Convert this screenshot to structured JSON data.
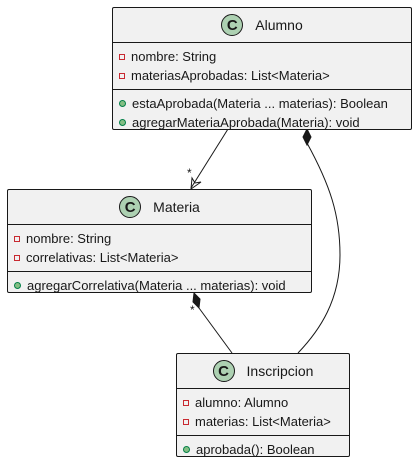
{
  "classes": {
    "alumno": {
      "stereotype": "C",
      "name": "Alumno",
      "attributes": [
        {
          "visibility": "private",
          "text": "nombre: String"
        },
        {
          "visibility": "private",
          "text": "materiasAprobadas: List<Materia>"
        }
      ],
      "methods": [
        {
          "visibility": "public",
          "text": "estaAprobada(Materia ... materias): Boolean"
        },
        {
          "visibility": "public",
          "text": "agregarMateriaAprobada(Materia): void"
        }
      ]
    },
    "materia": {
      "stereotype": "C",
      "name": "Materia",
      "attributes": [
        {
          "visibility": "private",
          "text": "nombre: String"
        },
        {
          "visibility": "private",
          "text": "correlativas: List<Materia>"
        }
      ],
      "methods": [
        {
          "visibility": "public",
          "text": "agregarCorrelativa(Materia ... materias): void"
        }
      ]
    },
    "inscripcion": {
      "stereotype": "C",
      "name": "Inscripcion",
      "attributes": [
        {
          "visibility": "private",
          "text": "alumno: Alumno"
        },
        {
          "visibility": "private",
          "text": "materias: List<Materia>"
        }
      ],
      "methods": [
        {
          "visibility": "public",
          "text": "aprobada(): Boolean"
        }
      ]
    }
  },
  "relations": {
    "alumno_materia": {
      "type": "association",
      "target_multiplicity": "*"
    },
    "alumno_inscripcion": {
      "type": "composition"
    },
    "materia_inscripcion": {
      "type": "composition",
      "source_multiplicity": "*"
    }
  },
  "colors": {
    "class_fill": "#f1f1f1",
    "border": "#181818",
    "stereotype_circle": "#add1b2",
    "private_marker": "#c82930",
    "public_marker_fill": "#84be84",
    "public_marker_border": "#038048"
  }
}
